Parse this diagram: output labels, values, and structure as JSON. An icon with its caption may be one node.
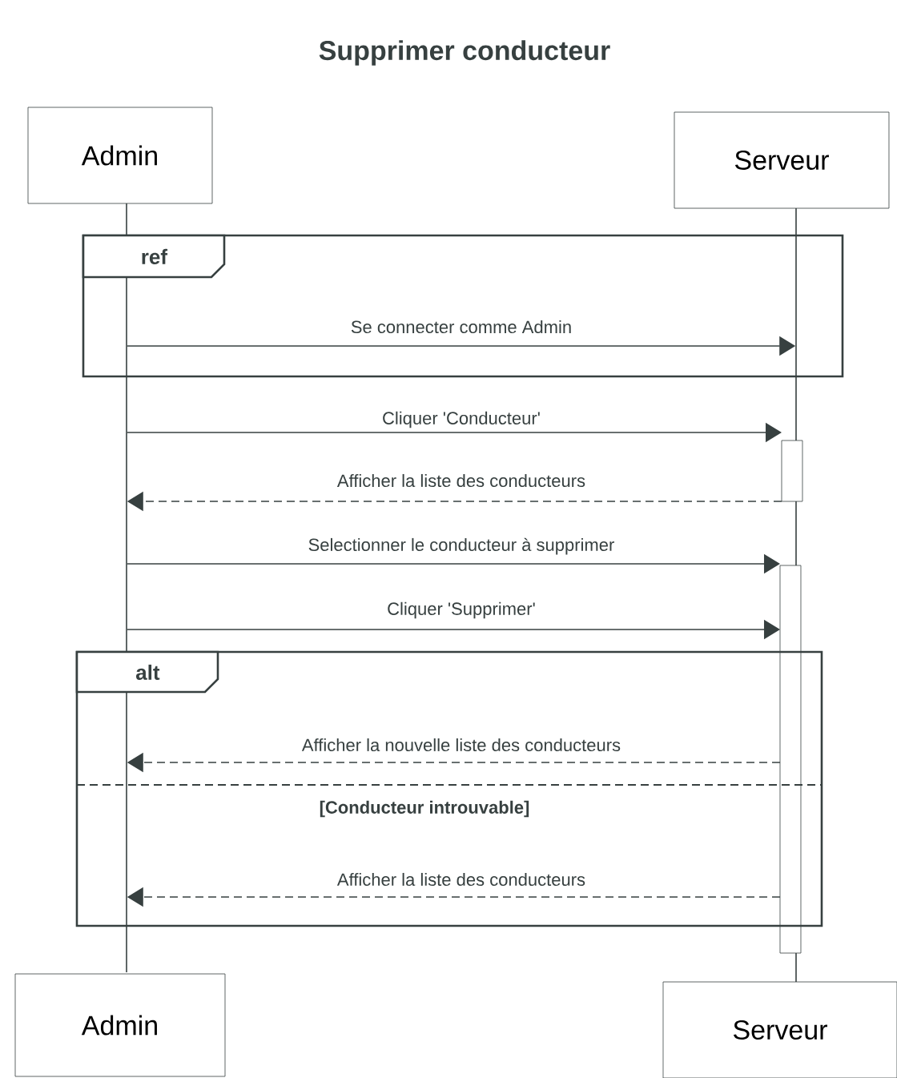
{
  "diagram": {
    "title": "Supprimer conducteur",
    "nodes": [
      {
        "text": [
          "Admin"
        ]
      },
      {
        "text": [
          "Serveur"
        ]
      },
      {
        "text": [
          "Admin"
        ]
      },
      {
        "text": [
          "Serveur"
        ]
      },
      {
        "text": [
          "ref"
        ]
      },
      {
        "text": [
          "alt"
        ]
      },
      {
        "text": [],
        "shape": "line"
      },
      {
        "text": [],
        "shape": "line"
      },
      {
        "text": [],
        "shape": "bar"
      },
      {
        "text": [],
        "shape": "bar"
      }
    ],
    "edges": [
      {
        "from": 6,
        "to": 7,
        "arrow": "to",
        "label": "Se connecter comme Admin"
      },
      {
        "from": 6,
        "to": 8,
        "arrow": "to",
        "label": "Cliquer 'Conducteur'"
      },
      {
        "from": 8,
        "to": 6,
        "arrow": "to",
        "style": "dashed",
        "label": "Afficher la liste des conducteurs"
      },
      {
        "from": 6,
        "to": 9,
        "arrow": "to",
        "label": "Selectionner le conducteur à supprimer"
      },
      {
        "from": 6,
        "to": 9,
        "arrow": "to",
        "label": "Cliquer 'Supprimer'"
      },
      {
        "from": 9,
        "to": 6,
        "arrow": "to",
        "style": "dashed",
        "label": "Afficher la nouvelle liste des conducteurs"
      },
      {
        "from": 9,
        "to": 6,
        "arrow": "to",
        "style": "dashed",
        "label": "Afficher la liste des conducteurs"
      }
    ],
    "labels": [
      "[Conducteur introuvable]"
    ]
  }
}
